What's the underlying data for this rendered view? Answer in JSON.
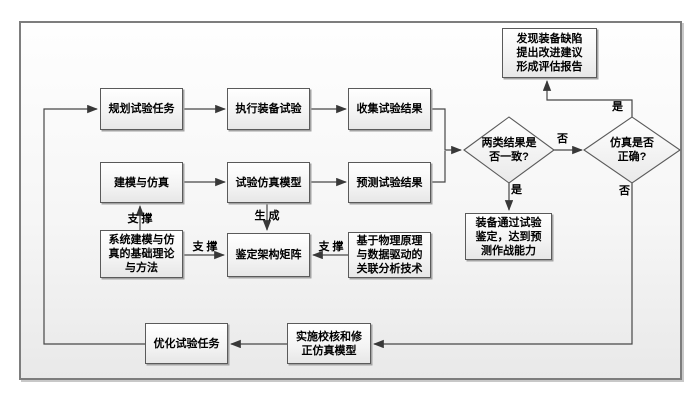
{
  "diagram": {
    "boxes": {
      "plan": {
        "label": "规划试验任务"
      },
      "execute": {
        "label": "执行装备试验"
      },
      "collect": {
        "label": "收集试验结果"
      },
      "modeling": {
        "label": "建模与仿真"
      },
      "sim_model": {
        "label": "试验仿真模型"
      },
      "predict": {
        "label": "预测试验结果"
      },
      "report": {
        "label": "发现装备缺陷\n提出改进建议\n形成评估报告"
      },
      "pass": {
        "label": "装备通过试验\n鉴定，达到预\n测作战能力"
      },
      "theory": {
        "label": "系统建模与仿\n真的基础理论\n与方法"
      },
      "matrix": {
        "label": "鉴定架构矩阵"
      },
      "analysis": {
        "label": "基于物理原理\n与数据驱动的\n关联分析技术"
      },
      "optimize": {
        "label": "优化试验任务"
      },
      "verify": {
        "label": "实施校核和修\n正仿真模型"
      }
    },
    "decisions": {
      "consistent": {
        "label": "两类结果是\n否一致?"
      },
      "correct": {
        "label": "仿真是否\n正确?"
      }
    },
    "edge_labels": {
      "yes_consistent": "是",
      "no_consistent": "否",
      "yes_correct": "是",
      "no_correct": "否",
      "support_theory_modeling": "支 撑",
      "support_theory_matrix": "支 撑",
      "support_analysis_matrix": "支 撑",
      "generate": "生 成"
    },
    "colors": {
      "line": "#474747",
      "node_border": "#5a5a5a",
      "frame_border": "#7d7d7d",
      "fill_top": "#ffffff",
      "fill_bottom": "#e7e7e7"
    }
  }
}
